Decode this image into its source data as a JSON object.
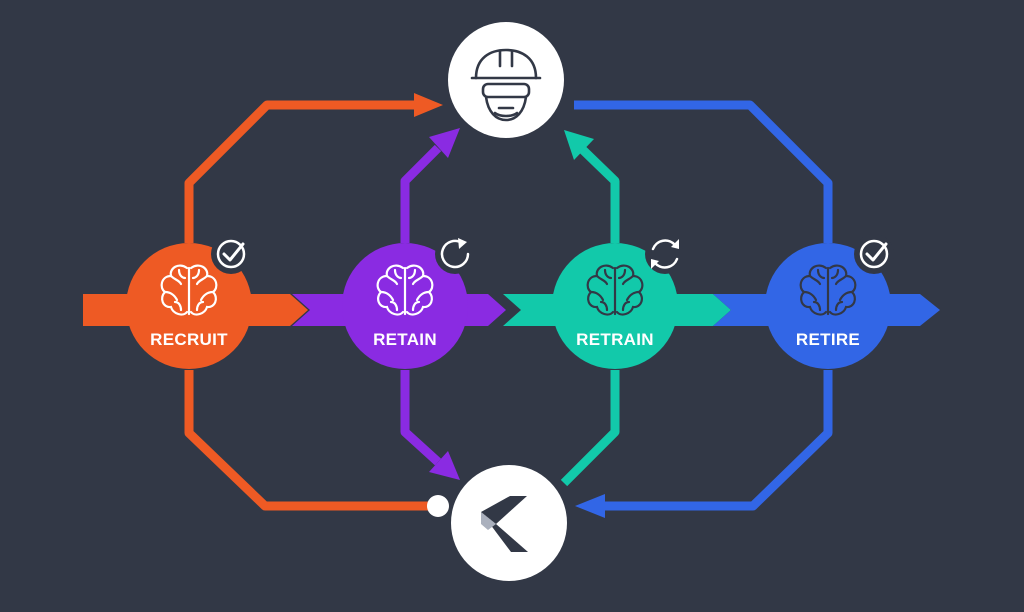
{
  "colors": {
    "background": "#323846",
    "recruit": "#ee5a24",
    "retain": "#8a2be2",
    "retrain": "#12c9aa",
    "retire": "#3266e6",
    "node": "#ffffff",
    "icon_stroke": "#323846"
  },
  "stages": [
    {
      "id": "recruit",
      "label": "RECRUIT",
      "badge_icon": "check-circle-icon"
    },
    {
      "id": "retain",
      "label": "RETAIN",
      "badge_icon": "refresh-single-icon"
    },
    {
      "id": "retrain",
      "label": "RETRAIN",
      "badge_icon": "refresh-double-icon"
    },
    {
      "id": "retire",
      "label": "RETIRE",
      "badge_icon": "check-circle-icon"
    }
  ],
  "top_node": {
    "icon": "worker-hardhat-icon"
  },
  "bottom_node": {
    "icon": "k-logo-icon"
  }
}
